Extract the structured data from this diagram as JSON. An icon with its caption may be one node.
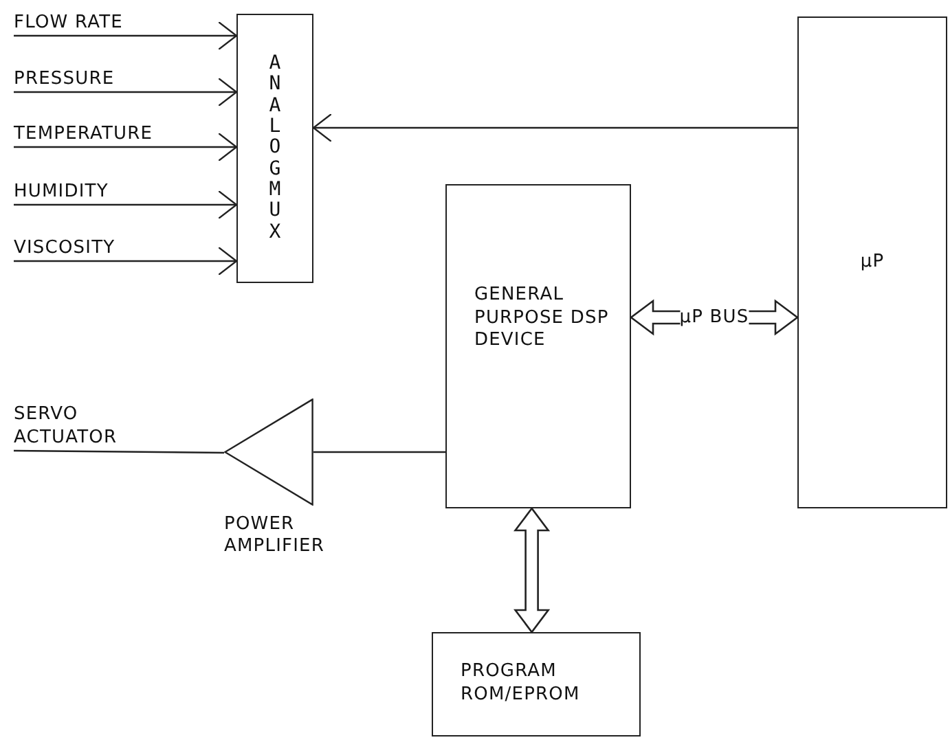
{
  "diagram": {
    "nodes": [
      {
        "text": [
          "FLOW RATE"
        ]
      },
      {
        "text": [
          "PRESSURE"
        ]
      },
      {
        "text": [
          "TEMPERATURE"
        ]
      },
      {
        "text": [
          "HUMIDITY"
        ]
      },
      {
        "text": [
          "VISCOSITY"
        ]
      },
      {
        "text": [
          "ANALOG MUX"
        ]
      },
      {
        "text": [
          "GENERAL PURPOSE DSP DEVICE"
        ]
      },
      {
        "text": [
          "µP"
        ]
      },
      {
        "text": [
          "SERVO ACTUATOR"
        ]
      },
      {
        "text": [],
        "shape": "triangle",
        "beside": [
          "POWER AMPLIFIER"
        ]
      },
      {
        "text": [
          "PROGRAM ROM/EPROM"
        ]
      }
    ],
    "edges": [
      {
        "from": 0,
        "to": 5,
        "arrow": "to"
      },
      {
        "from": 1,
        "to": 5,
        "arrow": "to"
      },
      {
        "from": 2,
        "to": 5,
        "arrow": "to"
      },
      {
        "from": 3,
        "to": 5,
        "arrow": "to"
      },
      {
        "from": 4,
        "to": 5,
        "arrow": "to"
      },
      {
        "from": 7,
        "to": 5,
        "arrow": "to"
      },
      {
        "from": 6,
        "to": 7,
        "arrow": "both",
        "label": "µP BUS",
        "style": "thick"
      },
      {
        "from": 6,
        "to": 9,
        "arrow": "none"
      },
      {
        "from": 9,
        "to": 8,
        "arrow": "none"
      },
      {
        "from": 6,
        "to": 10,
        "arrow": "both",
        "style": "thick"
      }
    ]
  }
}
